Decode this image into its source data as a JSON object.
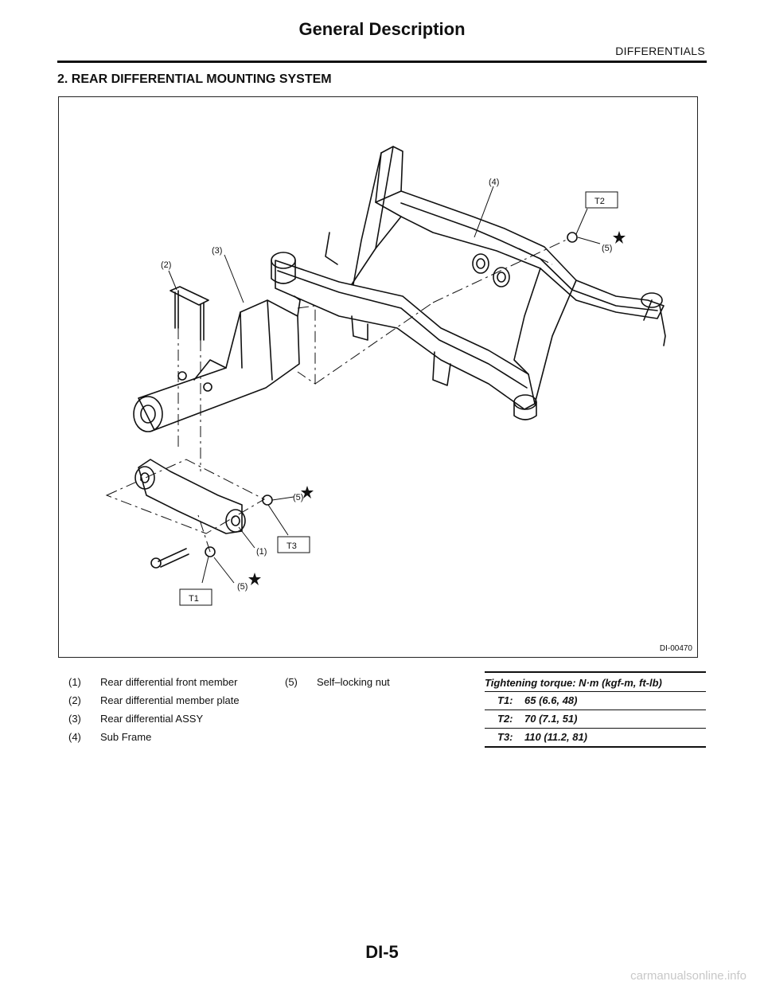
{
  "header": {
    "title": "General Description",
    "section": "DIFFERENTIALS"
  },
  "section_heading": "2.  REAR DIFFERENTIAL MOUNTING SYSTEM",
  "figure": {
    "id": "DI-00470",
    "callouts": {
      "c1": "(1)",
      "c2": "(2)",
      "c3": "(3)",
      "c4": "(4)",
      "c5a": "(5)",
      "c5b": "(5)",
      "c5c": "(5)",
      "t1": "T1",
      "t2": "T2",
      "t3": "T3"
    }
  },
  "legend": {
    "col1": [
      {
        "num": "(1)",
        "label": "Rear differential front member"
      },
      {
        "num": "(2)",
        "label": "Rear differential member plate"
      },
      {
        "num": "(3)",
        "label": "Rear differential ASSY"
      },
      {
        "num": "(4)",
        "label": "Sub Frame"
      }
    ],
    "col2": [
      {
        "num": "(5)",
        "label": "Self–locking nut"
      }
    ]
  },
  "torque": {
    "heading": "Tightening torque: N·m (kgf-m, ft-lb)",
    "rows": [
      {
        "key": "T1:",
        "value": "65 (6.6, 48)"
      },
      {
        "key": "T2:",
        "value": "70 (7.1, 51)"
      },
      {
        "key": "T3:",
        "value": "110 (11.2, 81)"
      }
    ]
  },
  "footer": {
    "page_number": "DI-5",
    "watermark": "carmanualsonline.info"
  }
}
